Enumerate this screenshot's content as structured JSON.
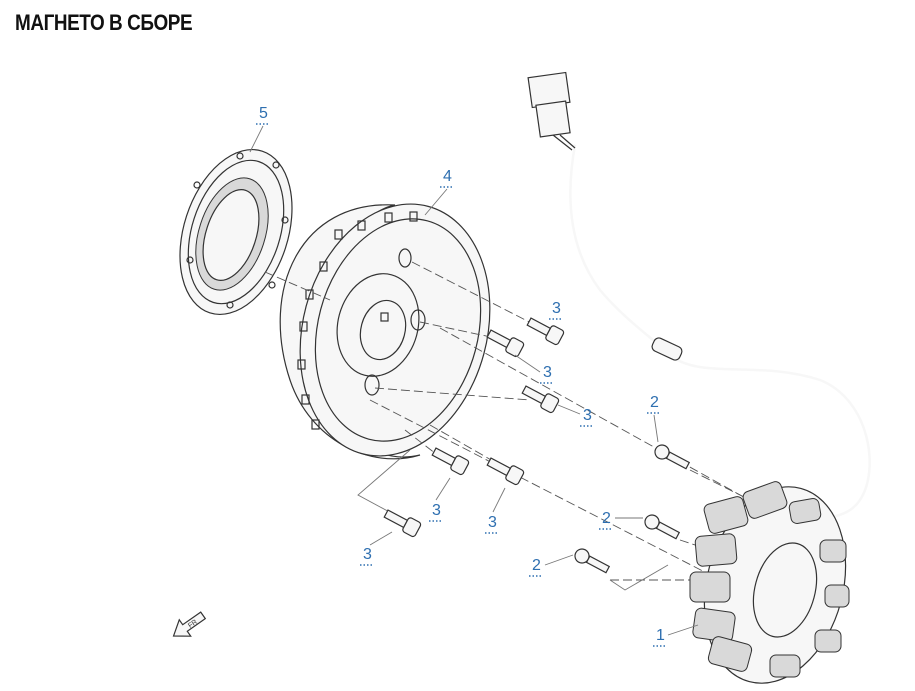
{
  "title": "МАГНЕТО В СБОРЕ",
  "callouts": {
    "stator": "1",
    "bolt_2a": "2",
    "bolt_2b": "2",
    "bolt_2c": "2",
    "bolt_3a": "3",
    "bolt_3b": "3",
    "bolt_3c": "3",
    "bolt_3d": "3",
    "bolt_3e": "3",
    "bolt_3f": "3",
    "flywheel": "4",
    "starter_clutch": "5"
  },
  "colors": {
    "callout": "#2e6fb0",
    "line": "#333333"
  },
  "icons": {
    "front_arrow": "front-direction-arrow-icon"
  }
}
